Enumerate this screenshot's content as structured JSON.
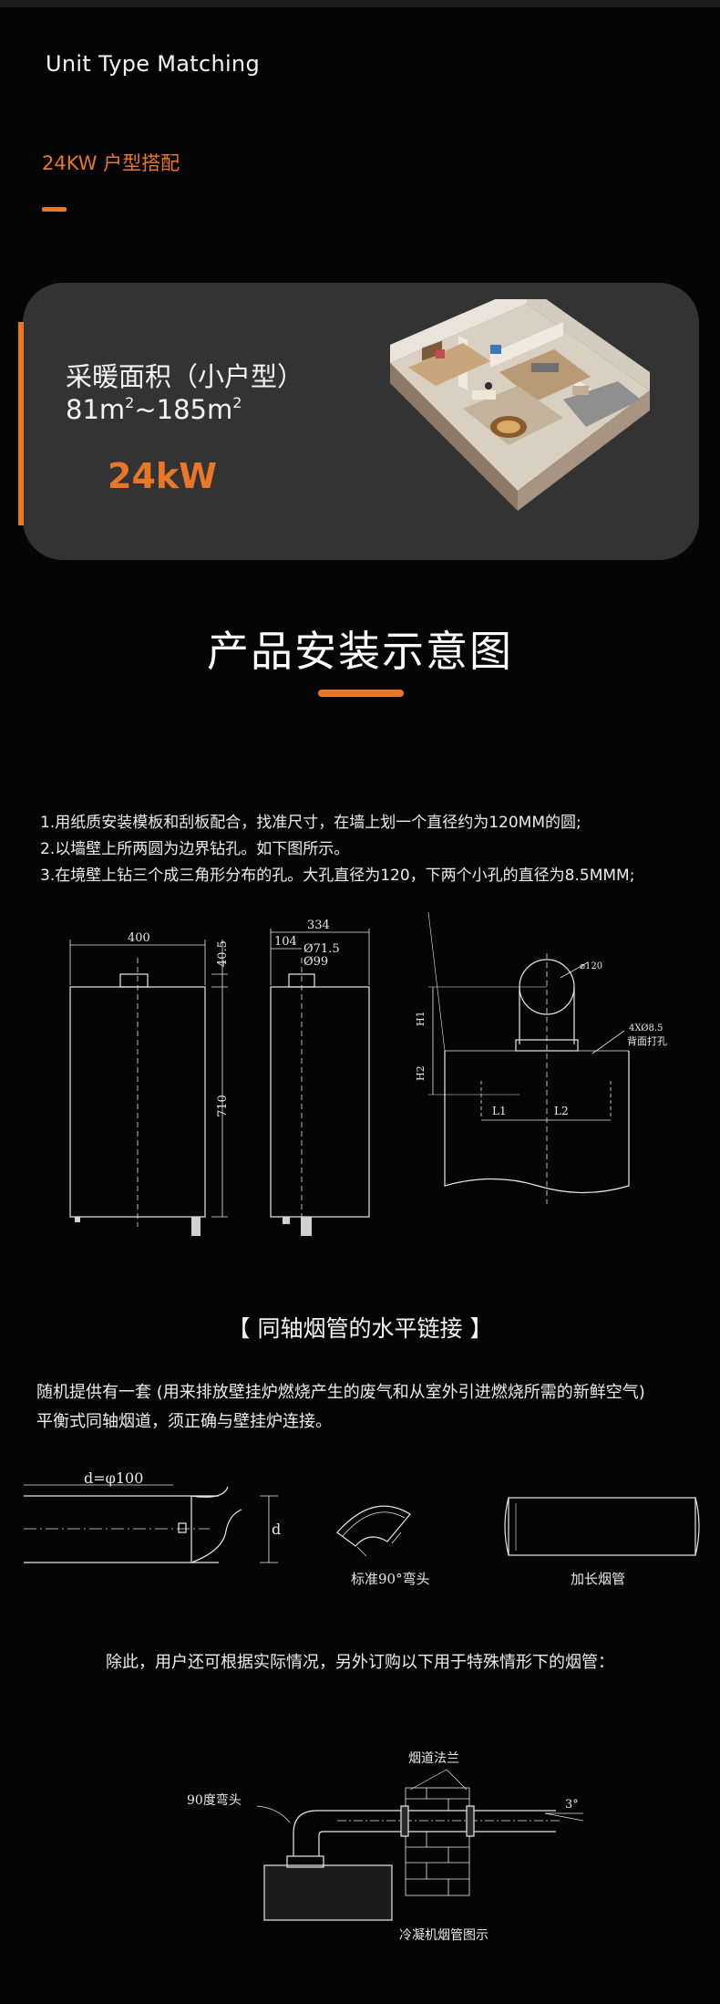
{
  "header": {
    "title_en": "Unit Type Matching",
    "subtitle": "24KW 户型搭配"
  },
  "card": {
    "title": "采暖面积（小户型）",
    "area_prefix": "81m",
    "area_exp1": "2",
    "area_middle": "~185m",
    "area_exp2": "2",
    "power": "24kW"
  },
  "install": {
    "title": "产品安装示意图",
    "steps": [
      "1.用纸质安装模板和刮板配合，找准尺寸，在墙上划一个直径约为120MM的圆;",
      "2.以墙壁上所两圆为边界钻孔。如下图所示。",
      "3.在境壁上钻三个成三角形分布的孔。大孔直径为120，下两个小孔的直径为8.5MMM;"
    ],
    "dimensions": {
      "front_width": "400",
      "front_top": "40.5",
      "front_height": "710",
      "side_depth": "334",
      "side_offset": "104",
      "dia_outer": "Ø71.5",
      "dia_inner": "Ø99",
      "hole_dia": "⌀120",
      "small_holes": "4XØ8.5",
      "small_holes_note": "背面打孔",
      "h1": "H1",
      "h2": "H2",
      "l1": "L1",
      "l2": "L2"
    }
  },
  "coaxial": {
    "title": "【  同轴烟管的水平链接  】",
    "para_line1": "随机提供有一套 (用来排放壁挂炉燃烧产生的废气和从室外引进燃烧所需的新鲜空气)",
    "para_line2": "平衡式同轴烟道，须正确与壁挂炉连接。",
    "pipe_dim": "d=φ100",
    "pipe_d": "d",
    "elbow_label": "标准90°弯头",
    "extension_label": "加长烟管"
  },
  "special": {
    "note": "除此，用户还可根据实际情况，另外订购以下用于特殊情形下的烟管：",
    "flange_label": "烟道法兰",
    "elbow_label": "90度弯头",
    "angle_label": "3°",
    "caption": "冷凝机烟管图示"
  },
  "colors": {
    "background": "#050505",
    "accent": "#e8772a",
    "card": "#333333"
  }
}
